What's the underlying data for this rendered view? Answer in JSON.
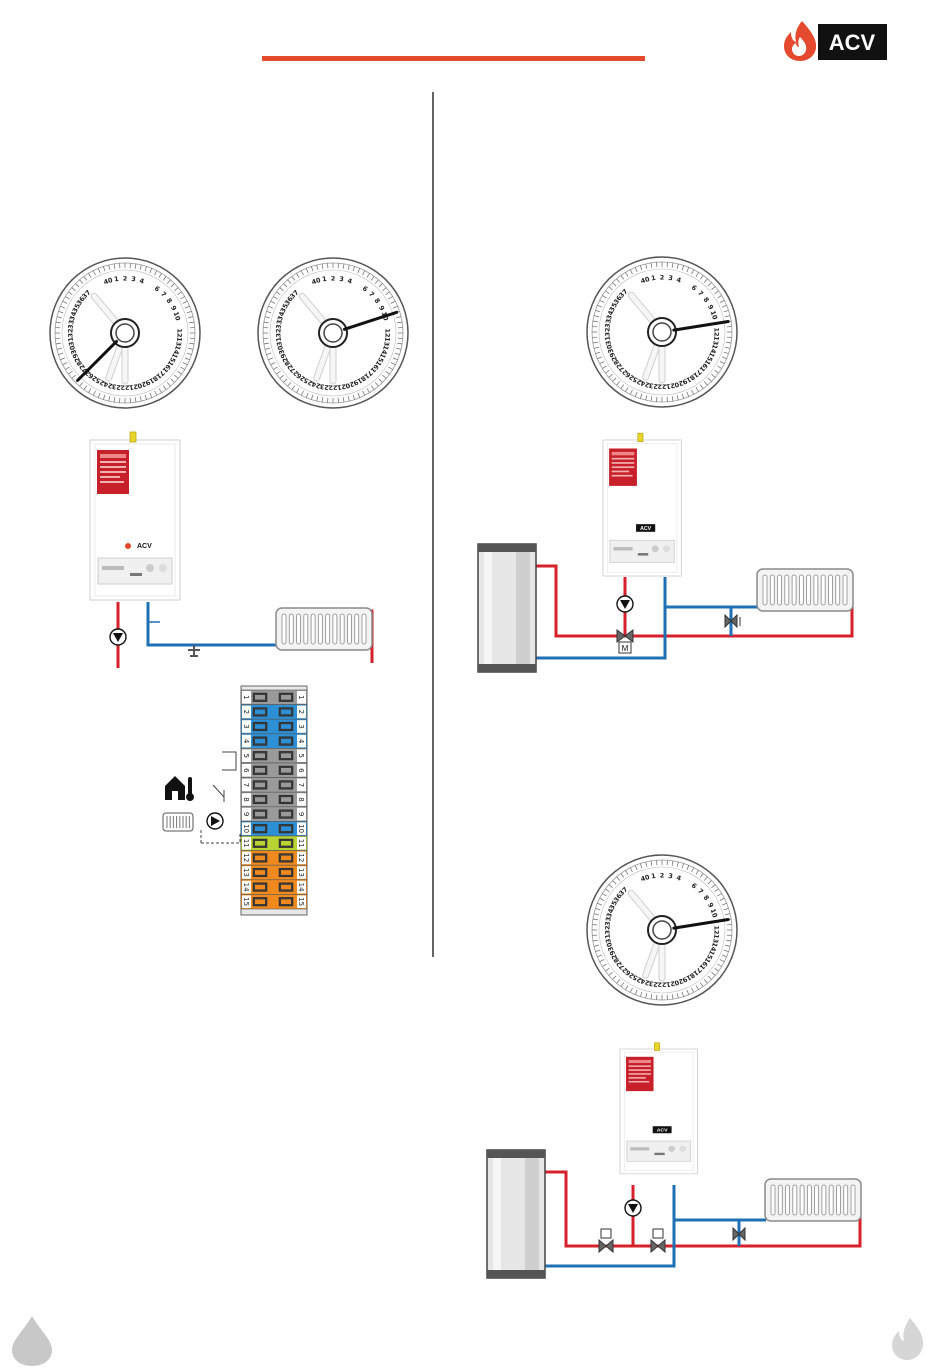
{
  "brand": {
    "name": "ACV",
    "accent": "#e64a2e",
    "logo_bg": "#111111"
  },
  "colors": {
    "hot_pipe": "#d6202a",
    "cold_pipe": "#1f6fb4",
    "divider": "#222222",
    "terminal_blue": "#2d8fd5",
    "terminal_grey": "#9a9a9a",
    "terminal_green": "#b7d432",
    "terminal_orange": "#f08a1e"
  },
  "dial": {
    "numbers_top": [
      "40",
      "1",
      "2",
      "3",
      "4",
      "6",
      "7",
      "8",
      "9",
      "10"
    ],
    "numbers_right": [
      "12",
      "13",
      "14",
      "15",
      "16",
      "17",
      "18",
      "19"
    ],
    "numbers_bottom": [
      "20",
      "21",
      "22",
      "23",
      "24",
      "25",
      "26",
      "27",
      "28"
    ],
    "numbers_left": [
      "29",
      "30",
      "31",
      "32",
      "33",
      "34",
      "35",
      "36",
      "37"
    ]
  },
  "diagrams": [
    {
      "id": "dial-1",
      "setting": "26"
    },
    {
      "id": "dial-2",
      "setting": "9"
    },
    {
      "id": "dial-3",
      "setting": "10"
    },
    {
      "id": "dial-4",
      "setting": "10"
    }
  ],
  "boiler": {
    "brand_label": "ACV"
  },
  "terminal_strip": {
    "numbers": [
      "1",
      "2",
      "3",
      "4",
      "5",
      "6",
      "7",
      "8",
      "9",
      "10",
      "11",
      "12",
      "13",
      "14",
      "15"
    ]
  },
  "mixing_valve": {
    "label": "M"
  }
}
